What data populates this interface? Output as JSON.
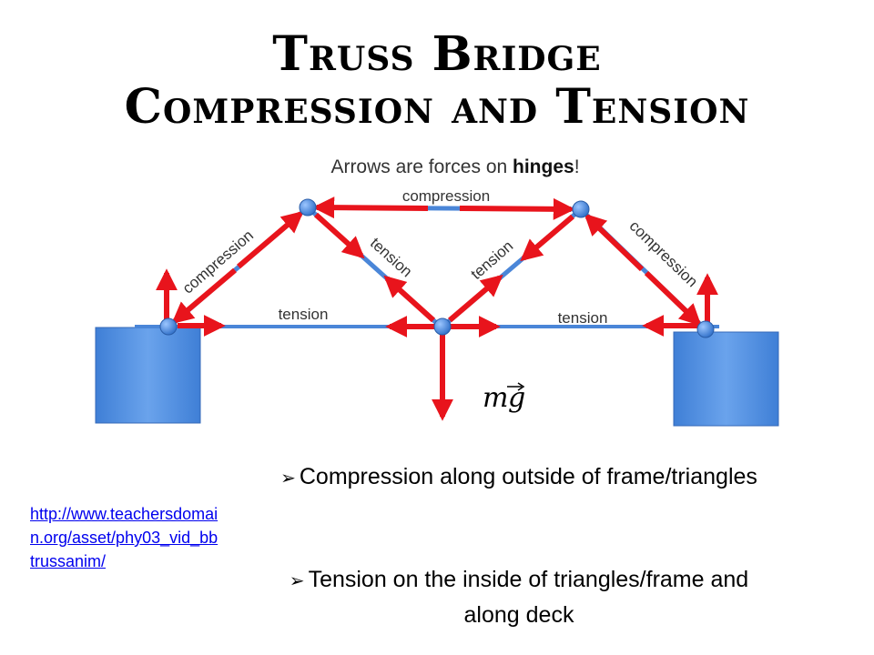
{
  "title": {
    "line1": "Truss Bridge",
    "line2": "Compression and Tension"
  },
  "diagram": {
    "caption_prefix": "Arrows are forces on ",
    "caption_bold": "hinges",
    "caption_suffix": "!",
    "labels": {
      "top_compression": "compression",
      "left_compression": "compression",
      "right_compression": "compression",
      "left_tension_diag": "tension",
      "right_tension_diag": "tension",
      "left_deck_tension": "tension",
      "right_deck_tension": "tension",
      "weight_m": "m",
      "weight_g": "g"
    },
    "colors": {
      "arrow": "#e8141c",
      "member": "#4a86d8",
      "hinge": "#3a7fd6",
      "abutment": "#5b93e0"
    }
  },
  "bullets": [
    "Compression along outside of frame/triangles",
    "Tension on the inside of triangles/frame and along deck"
  ],
  "link": {
    "text": "http://www.teachersdomain.org/asset/phy03_vid_bbtrussanim/"
  }
}
